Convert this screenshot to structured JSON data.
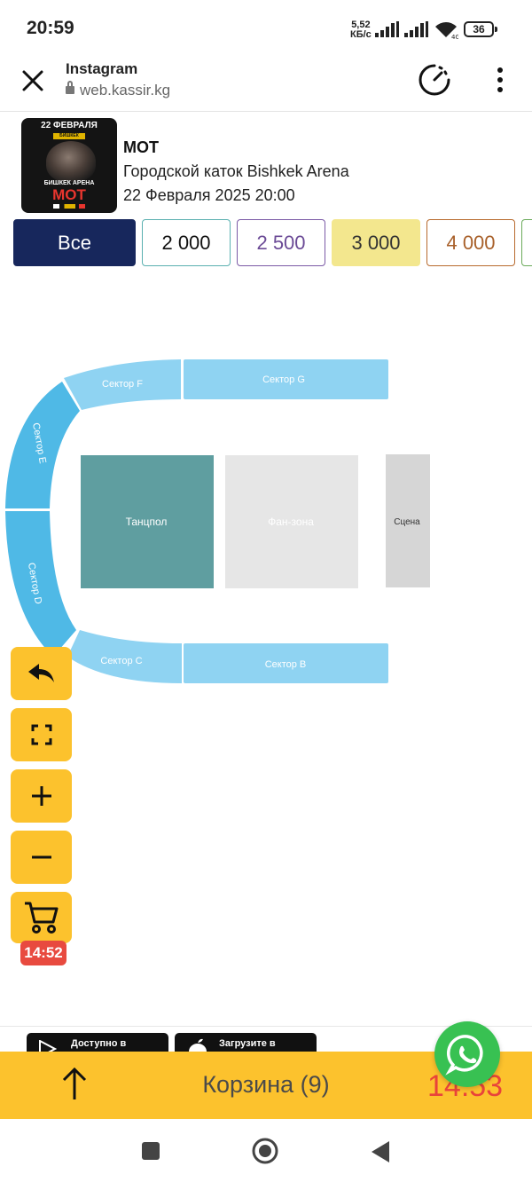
{
  "status_bar": {
    "time": "20:59",
    "net_speed_value": "5,52",
    "net_speed_unit": "КБ/с",
    "battery": "36"
  },
  "browser": {
    "title": "Instagram",
    "url": "web.kassir.kg"
  },
  "event": {
    "poster_date": "22 ФЕВРАЛЯ",
    "poster_city": "БИШКЕК",
    "poster_arena": "БИШКЕК АРЕНА",
    "poster_name": "МОТ",
    "title": "МОТ",
    "venue": "Городской каток Bishkek Arena",
    "datetime": "22 Февраля 2025 20:00"
  },
  "price_filters": [
    {
      "label": "Все",
      "color": "#17275c",
      "active": true
    },
    {
      "label": "2 000",
      "color": "#5ab0b0"
    },
    {
      "label": "2 500",
      "color": "#7b5aa6"
    },
    {
      "label": "3 000",
      "color": "#f3e78e"
    },
    {
      "label": "4 000",
      "color": "#b86a2e"
    },
    {
      "label": "",
      "color": "#6aaa5a"
    }
  ],
  "seat_map": {
    "sector_g": "Сектор G",
    "sector_f": "Сектор F",
    "sector_e": "Сектор E",
    "sector_d": "Сектор D",
    "sector_c": "Сектор C",
    "sector_b": "Сектор B",
    "dance_floor": "Танцпол",
    "fan_zone": "Фан-зона",
    "stage": "Сцена"
  },
  "controls": {
    "cart_timer": "14:52"
  },
  "store_badges": {
    "google": "Доступно в",
    "apple": "Загрузите в"
  },
  "cart_bar": {
    "label": "Корзина (9)",
    "timer": "14:53"
  },
  "colors": {
    "accent": "#fcc22d",
    "timer_red": "#e9433a",
    "sector_blue_light": "#8fd3f2",
    "sector_blue": "#4fb9e6",
    "dance_floor": "#5f9ea0",
    "fan_zone": "#e6e6e6",
    "stage": "#d6d6d6",
    "whatsapp": "#38c152"
  },
  "icons": [
    "close-icon",
    "lock-icon",
    "timer-icon",
    "menu-dots-icon",
    "undo-icon",
    "fullscreen-icon",
    "plus-icon",
    "minus-icon",
    "cart-icon",
    "up-arrow-icon",
    "whatsapp-icon",
    "google-play-icon",
    "apple-icon",
    "nav-square-icon",
    "nav-circle-icon",
    "nav-back-icon"
  ]
}
